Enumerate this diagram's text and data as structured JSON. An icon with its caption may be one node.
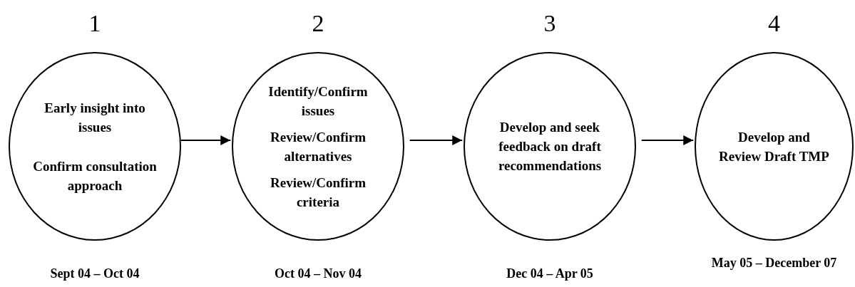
{
  "diagram": {
    "nodes": [
      {
        "text": [
          "Early insight into issues",
          "Confirm consultation approach"
        ],
        "beside": [
          "1",
          "Sept 04 – Oct 04"
        ]
      },
      {
        "text": [
          "Identify/Confirm issues",
          "Review/Confirm alternatives",
          "Review/Confirm criteria"
        ],
        "beside": [
          "2",
          "Oct 04 – Nov 04"
        ]
      },
      {
        "text": [
          "Develop and seek feedback on draft recommendations"
        ],
        "beside": [
          "3",
          "Dec 04 – Apr 05"
        ]
      },
      {
        "text": [
          "Develop and Review Draft TMP"
        ],
        "beside": [
          "4",
          "May 05 – December 07"
        ]
      }
    ],
    "edges": [
      {
        "from": 0,
        "to": 1,
        "arrow": "to"
      },
      {
        "from": 1,
        "to": 2,
        "arrow": "to"
      },
      {
        "from": 2,
        "to": 3,
        "arrow": "to"
      }
    ]
  }
}
